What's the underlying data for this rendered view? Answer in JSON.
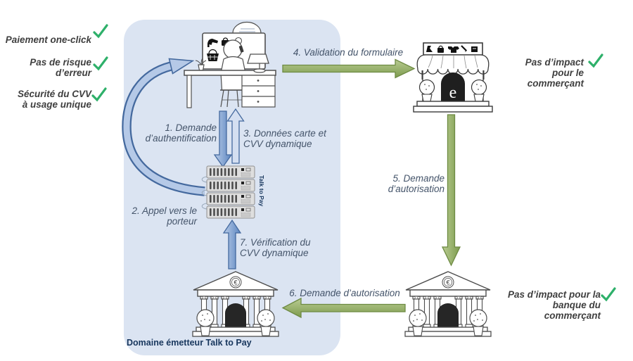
{
  "colors": {
    "region_bg": "#dbe4f2",
    "arrow_blue_stroke": "#44699e",
    "arrow_blue_fill": "#7ea3d6",
    "arrow_green_stroke": "#6d8a42",
    "arrow_green_fill": "#9cb469",
    "check_green": "#2eb06a",
    "domain_label_color": "#17365d"
  },
  "region": {
    "label": "Domaine émetteur Talk to Pay"
  },
  "benefits_left": [
    {
      "label": "Paiement one-click"
    },
    {
      "label": "Pas de risque\nd’erreur"
    },
    {
      "label": "Sécurité du CVV\nà usage unique"
    }
  ],
  "benefits_right": [
    {
      "label": "Pas d’impact\npour le\ncommerçant"
    },
    {
      "label": "Pas d’impact pour la\nbanque du\ncommerçant"
    }
  ],
  "steps": [
    {
      "label": "1. Demande\nd’authentification"
    },
    {
      "label": "2. Appel vers le\nporteur"
    },
    {
      "label": "3. Données carte et\nCVV dynamique"
    },
    {
      "label": "4. Validation du formulaire"
    },
    {
      "label": "5. Demande\nd’autorisation"
    },
    {
      "label": "6. Demande d’autorisation"
    },
    {
      "label": "7. Vérification du\nCVV dynamique"
    }
  ],
  "server": {
    "label": "Talk to Pay"
  },
  "shop": {
    "door_letter": "e"
  },
  "bank": {
    "pediment_symbol": "€"
  }
}
